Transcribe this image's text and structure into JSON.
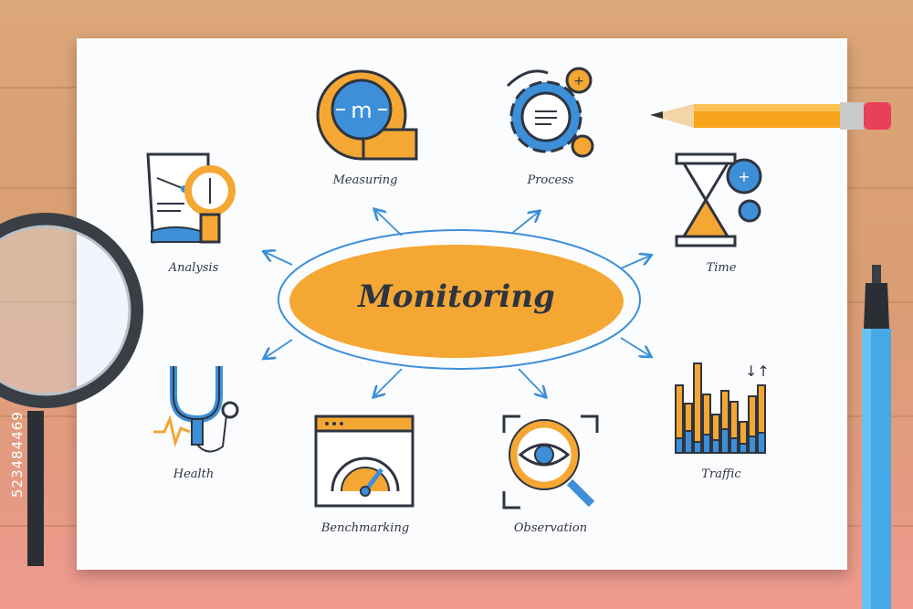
{
  "title": "Monitoring",
  "items": [
    {
      "label": "Measuring",
      "icon": "tape-measure-icon"
    },
    {
      "label": "Process",
      "icon": "gears-icon"
    },
    {
      "label": "Time",
      "icon": "hourglass-gear-icon"
    },
    {
      "label": "Analysis",
      "icon": "document-magnifier-icon"
    },
    {
      "label": "Health",
      "icon": "stethoscope-icon"
    },
    {
      "label": "Benchmarking",
      "icon": "gauge-window-icon"
    },
    {
      "label": "Observation",
      "icon": "eye-magnifier-icon"
    },
    {
      "label": "Traffic",
      "icon": "traffic-bars-icon"
    }
  ],
  "stock_id": "523484469",
  "colors": {
    "accent": "#f5a733",
    "blue": "#3d8fd8",
    "outline": "#2e3440",
    "paper": "#fbfcfd"
  }
}
